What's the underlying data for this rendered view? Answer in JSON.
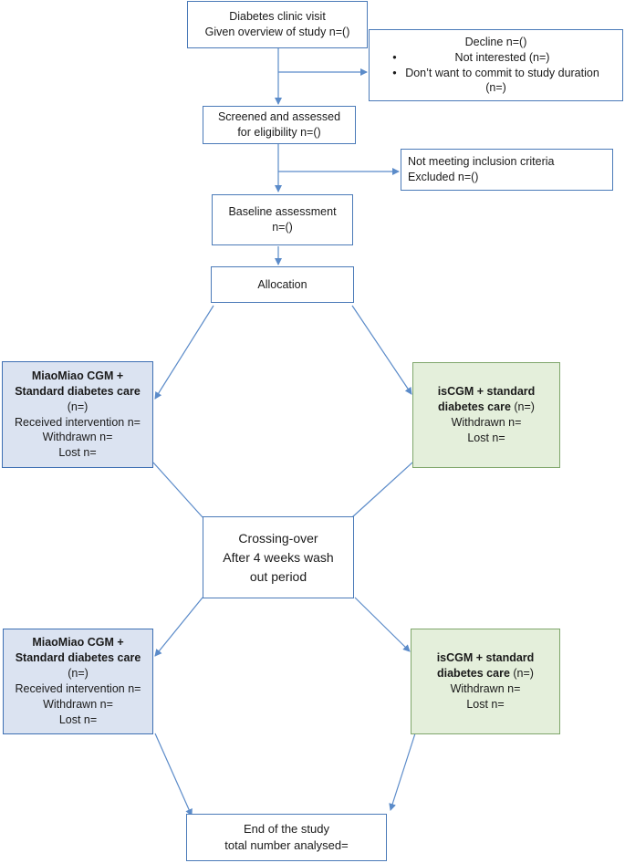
{
  "visit": {
    "line1": "Diabetes clinic visit",
    "line2": "Given overview of study n=()"
  },
  "decline": {
    "title": "Decline n=()",
    "bullets": [
      "Not interested (n=)",
      "Don’t want to commit to study duration"
    ],
    "tail": "(n=)"
  },
  "screened": {
    "line1": "Screened and assessed",
    "line2": "for eligibility n=()"
  },
  "excluded": {
    "line1": "Not meeting inclusion criteria",
    "line2": "Excluded n=()"
  },
  "baseline": {
    "line1": "Baseline assessment",
    "line2": "n=()"
  },
  "allocation": {
    "label": "Allocation"
  },
  "miao1": {
    "bold1": "MiaoMiao CGM +",
    "bold2": "Standard diabetes care",
    "n": "(n=)",
    "received": "Received intervention n=",
    "withdrawn": "Withdrawn n=",
    "lost": "Lost n="
  },
  "iscgm1": {
    "bold1": "isCGM + standard",
    "bold2": "diabetes care",
    "n": " (n=)",
    "withdrawn": "Withdrawn n=",
    "lost": "Lost n="
  },
  "crossover": {
    "line1": "Crossing-over",
    "line2": "After 4 weeks wash",
    "line3": "out period"
  },
  "miao2": {
    "bold1": "MiaoMiao CGM +",
    "bold2": "Standard diabetes care",
    "n": "(n=)",
    "received": "Received intervention n=",
    "withdrawn": "Withdrawn n=",
    "lost": "Lost n="
  },
  "iscgm2": {
    "bold1": "isCGM + standard",
    "bold2": "diabetes care",
    "n": " (n=)",
    "withdrawn": "Withdrawn n=",
    "lost": "Lost n="
  },
  "end": {
    "line1": "End of the study",
    "line2": "total number analysed="
  },
  "colors": {
    "arrow": "#5b8bc9",
    "blue_fill": "#dbe3f1",
    "green_fill": "#e4efdb"
  }
}
